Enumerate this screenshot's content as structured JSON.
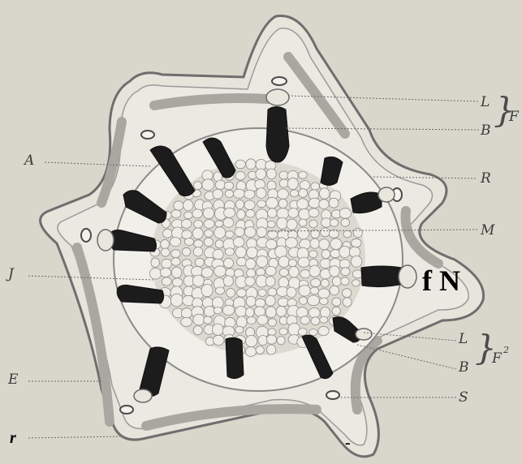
{
  "labels": {
    "L1": "L",
    "B1": "B",
    "F1": "F",
    "A": "A",
    "R": "R",
    "M": "M",
    "J": "J",
    "fN": "f N",
    "L2": "L",
    "B2": "B",
    "F2": "F",
    "F2_sup": "2",
    "E": "E",
    "S": "S",
    "r": "r",
    "dash": "-"
  },
  "colors": {
    "paper": "#d9d6cc",
    "outline": "#6b6b6b",
    "cortex_band": "#a9a7a0",
    "dark_bundle": "#1c1c1c",
    "pith_cell": "#eeece6"
  }
}
